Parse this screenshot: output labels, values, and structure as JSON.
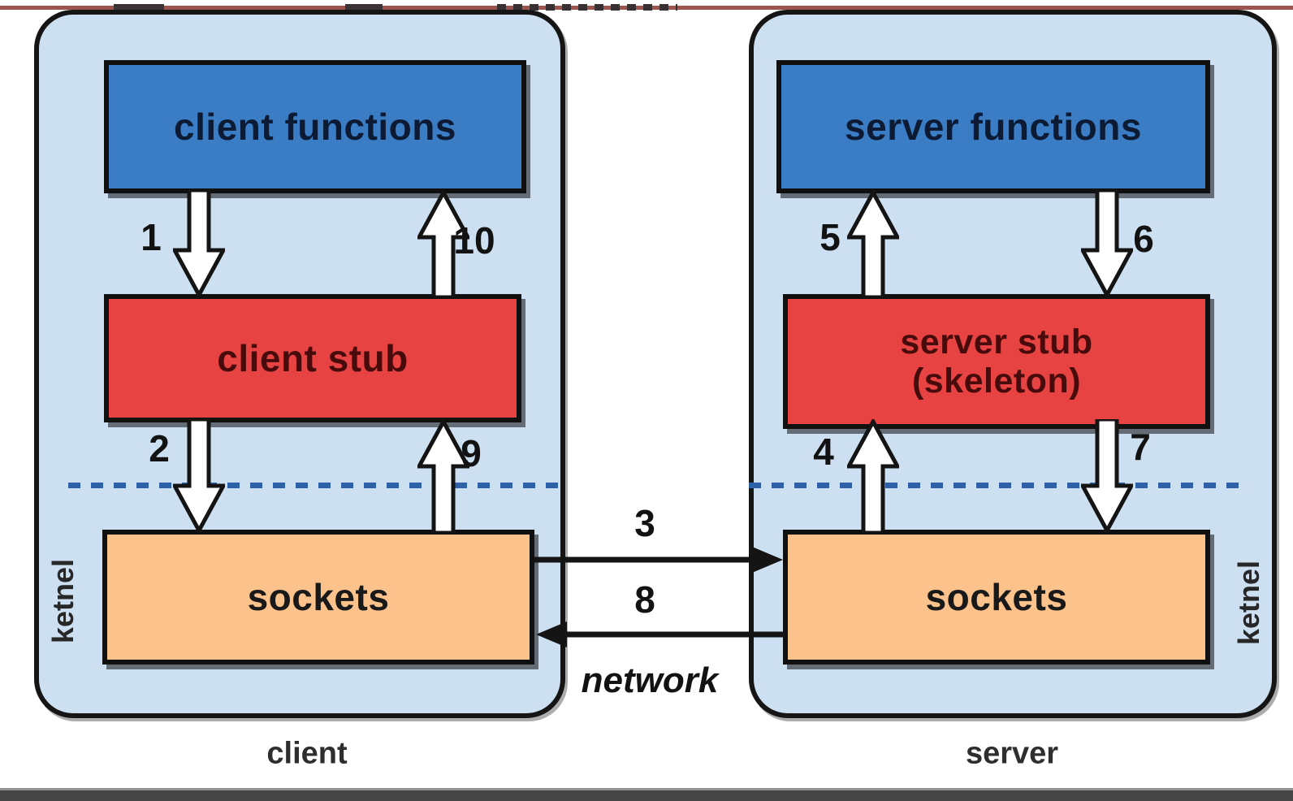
{
  "palette": {
    "host_fill": "#cde0f2",
    "functions_fill": "#3a7dc5",
    "stub_fill": "#e84343",
    "sockets_fill": "#fbc28b",
    "kernel_dash": "#2d61a8",
    "top_rule": "#9d544e",
    "bottom_bar": "#454545",
    "arrow_fill": "#ffffff",
    "outline": "#101010"
  },
  "client": {
    "caption": "client",
    "kernel_label": "ketnel",
    "functions_label": "client functions",
    "stub_label": "client stub",
    "sockets_label": "sockets",
    "steps": {
      "call_down": "1",
      "send_down": "2",
      "recv_up": "9",
      "return_up": "10"
    }
  },
  "server": {
    "caption": "server",
    "kernel_label": "ketnel",
    "functions_label": "server functions",
    "stub_label_line1": "server stub",
    "stub_label_line2": "(skeleton)",
    "sockets_label": "sockets",
    "steps": {
      "recv_up": "4",
      "invoke_up": "5",
      "return_down": "6",
      "send_down": "7"
    }
  },
  "network": {
    "label": "network",
    "request_step": "3",
    "reply_step": "8"
  }
}
